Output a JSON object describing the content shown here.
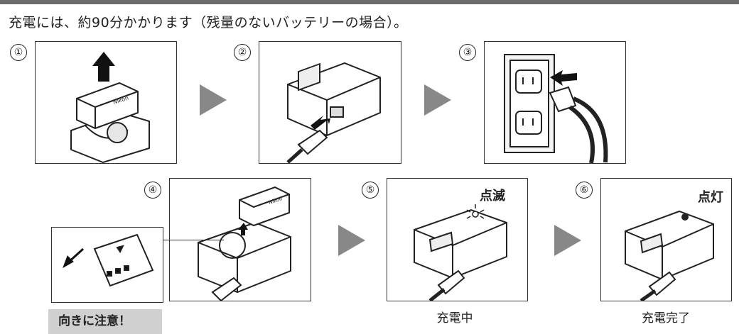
{
  "heading": "充電には、約90分かかります（残量のないバッテリーの場合）。",
  "steps": [
    {
      "num": "①"
    },
    {
      "num": "②"
    },
    {
      "num": "③"
    },
    {
      "num": "④"
    },
    {
      "num": "⑤",
      "status": "点滅",
      "caption": "充電中"
    },
    {
      "num": "⑥",
      "status": "点灯",
      "caption": "充電完了"
    }
  ],
  "battery_brand": "Nikon",
  "note": "向きに注意！",
  "colors": {
    "arrow": "#888888",
    "topbar": "#6b6b6b",
    "note_bg": "#d0d0d0"
  },
  "icons": [
    "next-step-arrow-icon",
    "battery-icon",
    "charger-icon",
    "wall-outlet-icon",
    "plug-icon",
    "orientation-arrow-icon"
  ]
}
